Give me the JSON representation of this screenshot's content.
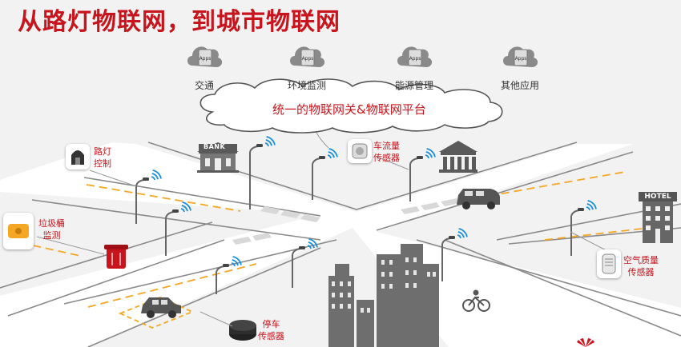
{
  "title": "从路灯物联网，到城市物联网",
  "apps": [
    {
      "label": "交通",
      "icon_text": "Apps"
    },
    {
      "label": "环境监测",
      "icon_text": "Apps"
    },
    {
      "label": "能源管理",
      "icon_text": "Apps"
    },
    {
      "label": "其他应用",
      "icon_text": "Apps"
    }
  ],
  "platform": "统一的物联网关&物联网平台",
  "sensors": {
    "streetlight": [
      "路灯",
      "控制"
    ],
    "traffic": [
      "车流量",
      "传感器"
    ],
    "garbage": [
      "垃圾桶",
      "监测"
    ],
    "air": [
      "空气质量",
      "传感器"
    ],
    "parking": [
      "停车",
      "传感器"
    ]
  },
  "buildings": {
    "bank": "BANK",
    "hotel": "HOTEL"
  },
  "colors": {
    "accent": "#c8141c",
    "road": "#ffffff",
    "lane_dash": "#f5a623",
    "wifi": "#1a8fd6",
    "building": "#707070"
  }
}
